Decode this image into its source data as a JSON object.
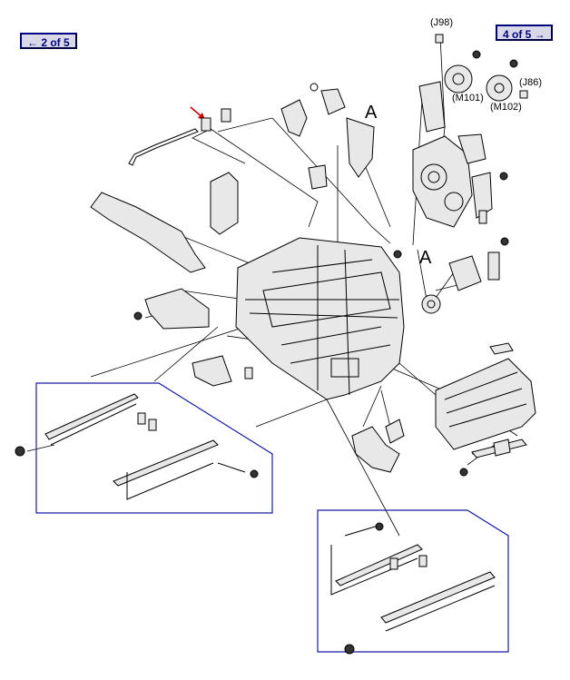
{
  "nav": {
    "prev_label": "← 2 of 5",
    "next_label": "4 of 5 →"
  },
  "callouts": {
    "j98": "(J98)",
    "m101": "(M101)",
    "j86": "(J86)",
    "m102": "(M102)",
    "a_top": "A",
    "a_bottom": "A"
  },
  "colors": {
    "nav_text": "#000080",
    "frame": "#1a1aa0",
    "pointer_arrow": "#cc0000"
  }
}
